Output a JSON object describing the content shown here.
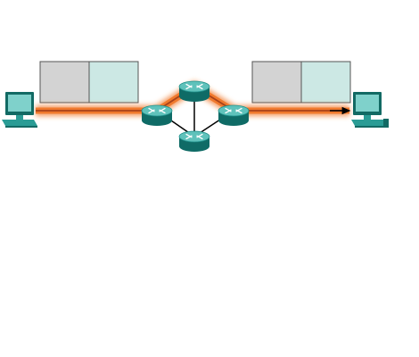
{
  "colors": {
    "packet_header": "#d3d3d3",
    "packet_payload": "#cce8e4",
    "packet_border": "#555555",
    "path_glow": "#f07a2e",
    "path_core": "#a8421a",
    "link": "#000000",
    "router_body": "#1e8f8a",
    "router_top": "#5fc2bb",
    "router_side": "#0f6b66",
    "pc_body": "#2a9c95",
    "pc_screen": "#7fd1cb",
    "pc_dark": "#126a64"
  },
  "icons": {
    "source_host": "pc-icon",
    "destination_host": "pc-icon",
    "router_left": "router-icon",
    "router_top": "router-icon",
    "router_right": "router-icon",
    "router_bottom": "router-icon"
  },
  "packets": [
    {
      "name": "packet-left",
      "segments": [
        "header",
        "payload"
      ]
    },
    {
      "name": "packet-right",
      "segments": [
        "header",
        "payload"
      ]
    }
  ]
}
